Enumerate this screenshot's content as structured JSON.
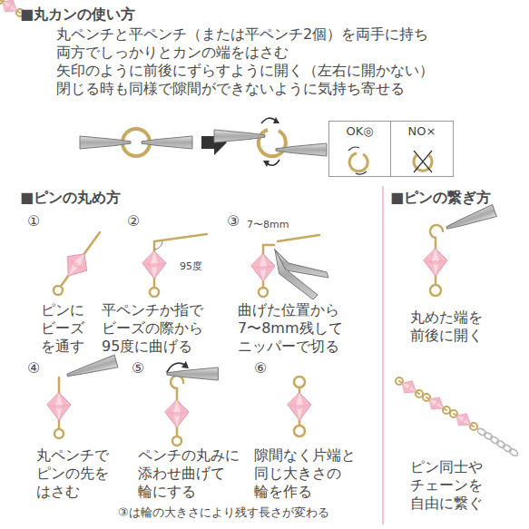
{
  "diagram": {
    "nodes": [
      {
        "text": [
          "OK◎"
        ]
      },
      {
        "text": [
          "NO×"
        ]
      }
    ],
    "labels": [
      "■丸カンの使い方",
      "丸ペンチと平ペンチ（または平ペンチ2個）を両手に持ち",
      "両方でしっかりとカンの端をはさむ",
      "矢印のように前後にずらすように開く（左右に開かない）",
      "閉じる時も同様で隙間ができないように気持ち寄せる",
      "■ピンの丸め方",
      "①",
      "②",
      "③",
      "95度",
      "7〜8mm",
      "ピンに ビーズ を通す",
      "平ペンチか指で ビーズの際から 95度に曲げる",
      "曲げた位置から 7〜8mm残して ニッパーで切る",
      "④",
      "⑤",
      "⑥",
      "丸ペンチで ピンの先を はさむ",
      "ペンチの丸みに 添わせ曲げて 輪にする",
      "隙間なく片端と 同じ大きさの 輪を作る",
      "③は輪の大きさにより残す長さが変わる",
      "■ピンの繋ぎ方",
      "丸めた端を 前後に開く",
      "ピン同士や チェーンを 自由に繋ぐ"
    ]
  }
}
